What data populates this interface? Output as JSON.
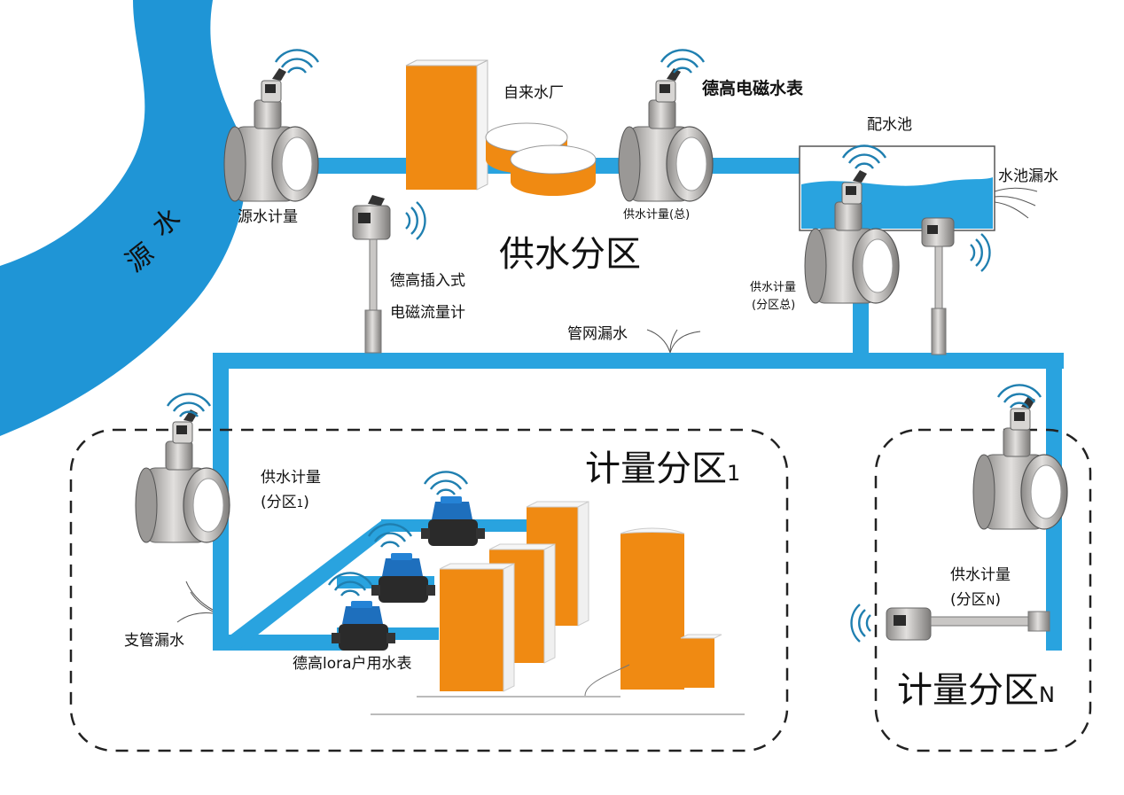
{
  "water_source": {
    "char1": "水",
    "char2": "源"
  },
  "labels": {
    "source_meter": "源水计量",
    "water_plant": "自来水厂",
    "em_meter": "德高电磁水表",
    "supply_total": "供水计量(总)",
    "pool": "配水池",
    "pool_leak": "水池漏水",
    "insertion_line1": "德高插入式",
    "insertion_line2": "电磁流量计",
    "supply_zone": "供水分区",
    "partition_total_line1": "供水计量",
    "partition_total_line2": "(分区总)",
    "pipe_leak": "管网漏水",
    "zone1_title": "计量分区",
    "zone1_sub": "1",
    "zone1_meter_line1": "供水计量",
    "zone1_meter_line2": "(分区",
    "zone1_meter_sub": "1",
    "zone1_meter_close": ")",
    "branch_leak": "支管漏水",
    "lora_meter": "德高lora户用水表",
    "zoneN_meter_line1": "供水计量",
    "zoneN_meter_line2": "(分区",
    "zoneN_meter_sub": "N",
    "zoneN_meter_close": ")",
    "zoneN_title": "计量分区",
    "zoneN_sub": "N"
  },
  "colors": {
    "river": "#1f95d6",
    "pipe": "#29a3df",
    "building": "#f08a12",
    "meter_body": "#b9b7b5",
    "meter_face": "#ffffff",
    "signal": "#1f7fb0",
    "lora_meter_top": "#1e6fbd",
    "dashed_border": "#222222"
  },
  "icons": [
    "signal-icon",
    "electromagnetic-meter-icon",
    "insertion-flowmeter-icon",
    "lora-water-meter-icon",
    "building-icon",
    "leak-icon"
  ]
}
